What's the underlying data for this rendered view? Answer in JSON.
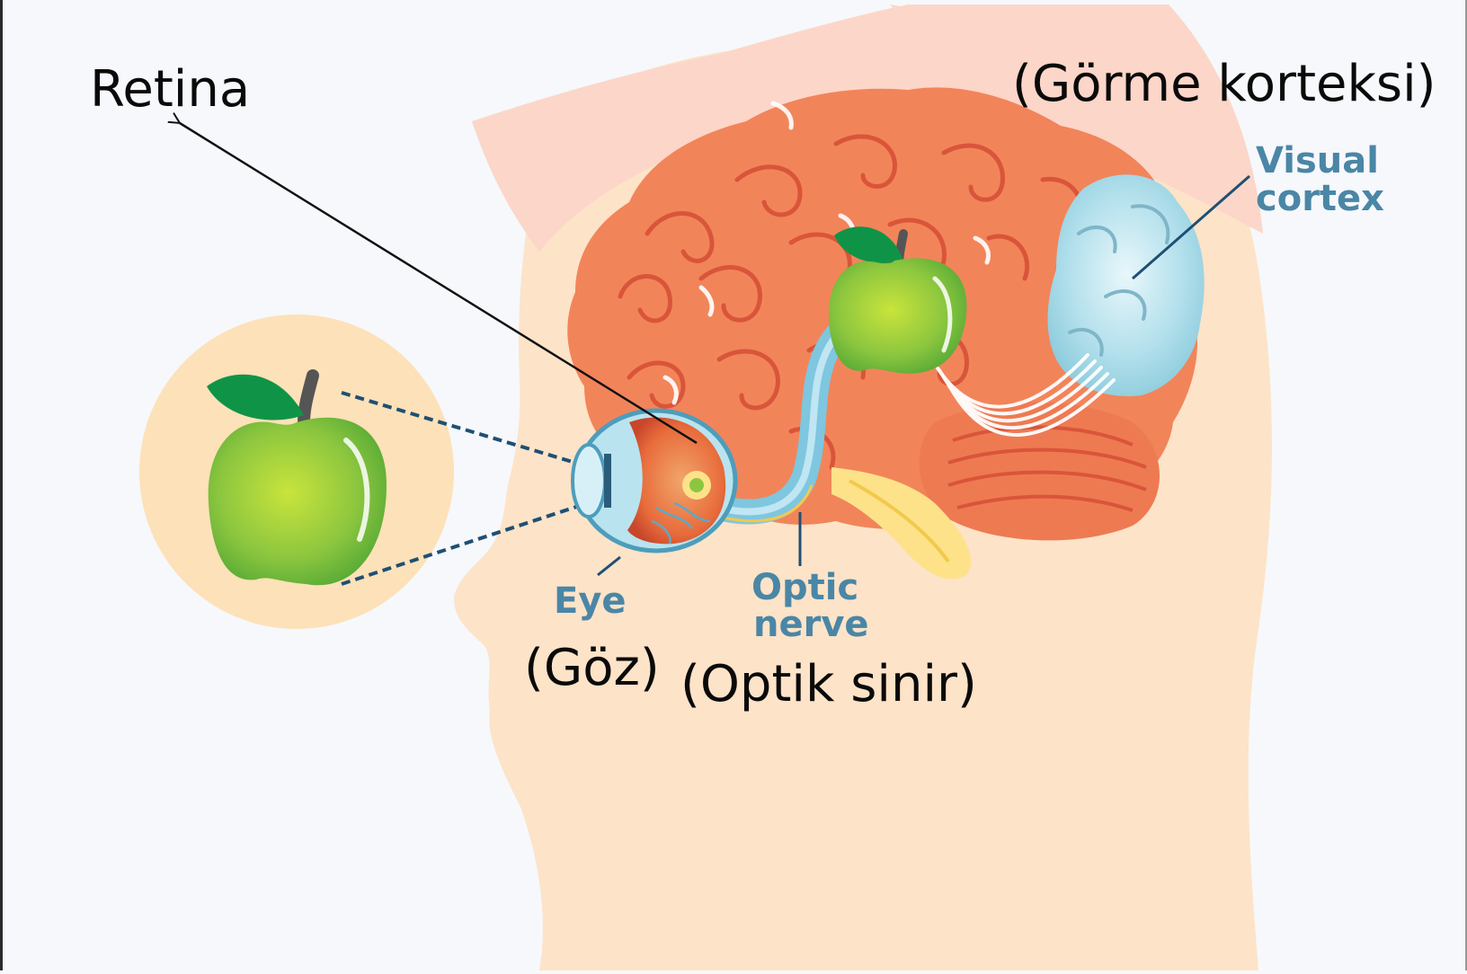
{
  "labels": {
    "retina": "Retina",
    "visual_cortex_tr": "(Görme korteksi)",
    "visual_cortex_en_line1": "Visual",
    "visual_cortex_en_line2": "cortex",
    "eye_en": "Eye",
    "eye_tr": "(Göz)",
    "optic_nerve_en_line1": "Optic",
    "optic_nerve_en_line2": "nerve",
    "optic_nerve_tr": "(Optik sinir)"
  },
  "colors": {
    "background": "#f6f8fb",
    "skin": "#fde3c8",
    "hair": "#fcd6c8",
    "brain": "#f2845a",
    "brain_folds": "#d9553a",
    "visual_cortex": "#a9dcea",
    "apple": "#8cc63f",
    "leaf": "#0f9447",
    "optic_nerve": "#7fc6df",
    "label_blue": "#4a86a6"
  },
  "icons": [
    "apple-icon",
    "eye-icon",
    "brain-icon"
  ]
}
